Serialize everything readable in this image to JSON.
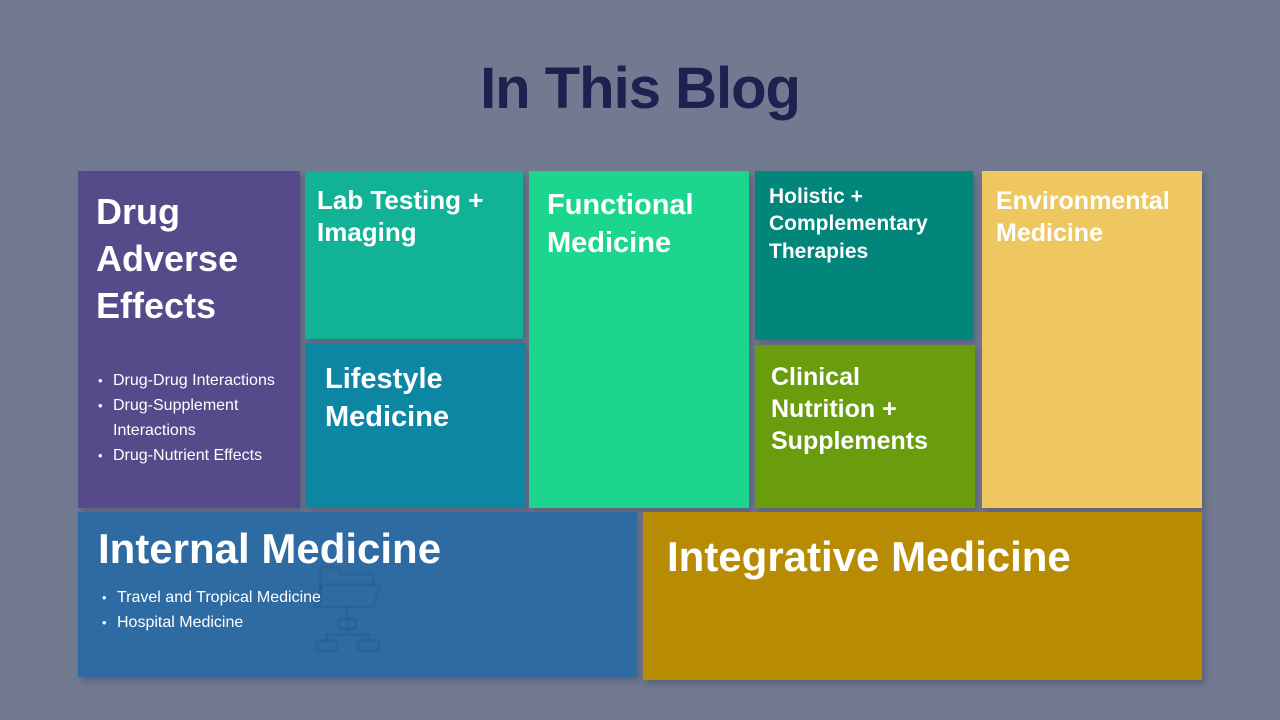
{
  "title": "In This Blog",
  "colors": {
    "background": "#727a92",
    "title_text": "#1f2050",
    "block_text": "#ffffff"
  },
  "blocks": [
    {
      "id": "drug-adverse-effects",
      "label": "Drug\nAdverse\nEffects",
      "color": "#564a8a",
      "bullets": [
        "Drug-Drug Interactions",
        "Drug-Supplement Interactions",
        "Drug-Nutrient Effects"
      ]
    },
    {
      "id": "lab-testing-imaging",
      "label": "Lab Testing +\nImaging",
      "color": "#12b297"
    },
    {
      "id": "lifestyle-medicine",
      "label": "Lifestyle\nMedicine",
      "color": "#0d86a4"
    },
    {
      "id": "functional-medicine",
      "label": "Functional\nMedicine",
      "color": "#1cd68e"
    },
    {
      "id": "holistic-complementary-therapies",
      "label": "Holistic +\nComplementary\nTherapies",
      "color": "#02857a"
    },
    {
      "id": "clinical-nutrition-supplements",
      "label": "Clinical\nNutrition +\nSupplements",
      "color": "#699d0d"
    },
    {
      "id": "environmental-medicine",
      "label": "Environmental\nMedicine",
      "color": "#efc761"
    },
    {
      "id": "internal-medicine",
      "label": "Internal Medicine",
      "color": "#2e6ba3",
      "bullets": [
        "Travel and Tropical Medicine",
        "Hospital Medicine"
      ]
    },
    {
      "id": "integrative-medicine",
      "label": "Integrative Medicine",
      "color": "#b78b04"
    }
  ],
  "icons": {
    "internal_watermark": "folder-flowchart-icon"
  }
}
